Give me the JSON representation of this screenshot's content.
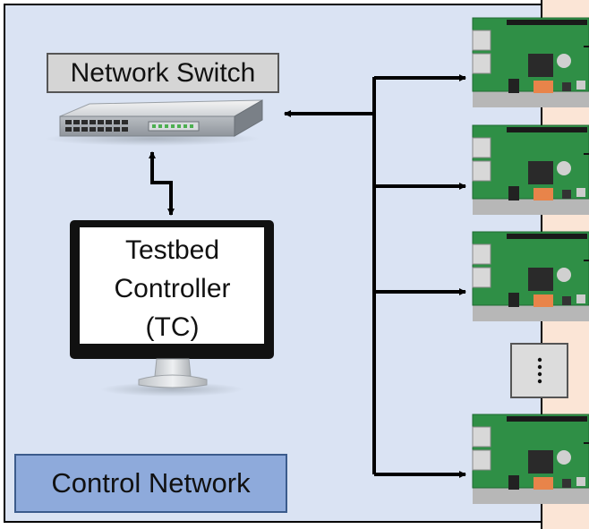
{
  "network_switch": {
    "label": "Network Switch"
  },
  "testbed_controller": {
    "line1": "Testbed",
    "line2": "Controller",
    "line3": "(TC)"
  },
  "control_network": {
    "label": "Control Network"
  },
  "node_count_shown": 4,
  "colors": {
    "control_network_bg": "#dae3f3",
    "node_region_bg": "#fbe5d6",
    "control_network_label_bg": "#8eaadb",
    "switch_label_bg": "#d5d5d5",
    "pi_board_green": "#2f8f46",
    "line_color": "#000000"
  },
  "icons": [
    "network-switch-icon",
    "monitor-icon",
    "raspberry-pi-board-icon",
    "vertical-ellipsis-icon"
  ]
}
